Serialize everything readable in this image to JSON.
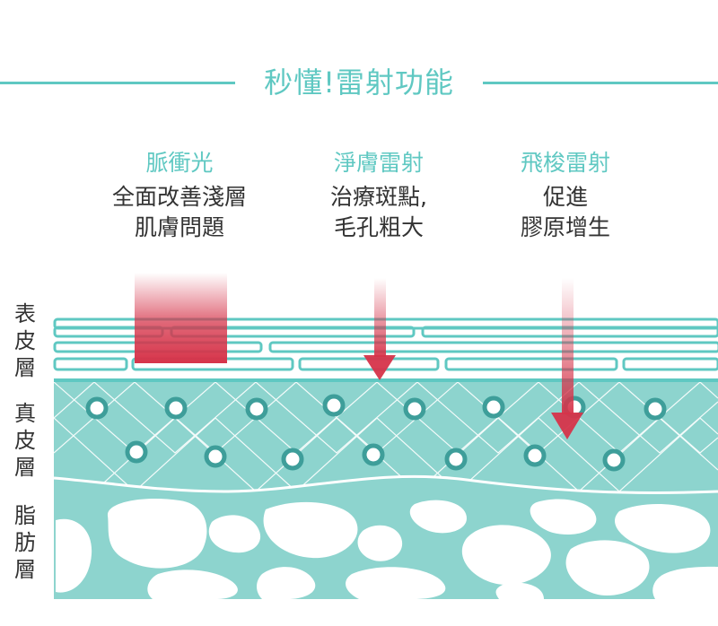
{
  "title": "秒懂!雷射功能",
  "columns": [
    {
      "heading": "脈衝光",
      "desc": "全面改善淺層\n肌膚問題"
    },
    {
      "heading": "淨膚雷射",
      "desc": "治療斑點,\n毛孔粗大"
    },
    {
      "heading": "飛梭雷射",
      "desc": "促進\n膠原增生"
    }
  ],
  "layers": {
    "epidermis": "表\n皮\n層",
    "dermis": "真\n皮\n層",
    "fat": "脂\n肪\n層"
  },
  "colors": {
    "teal": "#5fc8c2",
    "dermis": "#8dd4ce",
    "laser_red": "#d6344a",
    "text": "#333333"
  }
}
